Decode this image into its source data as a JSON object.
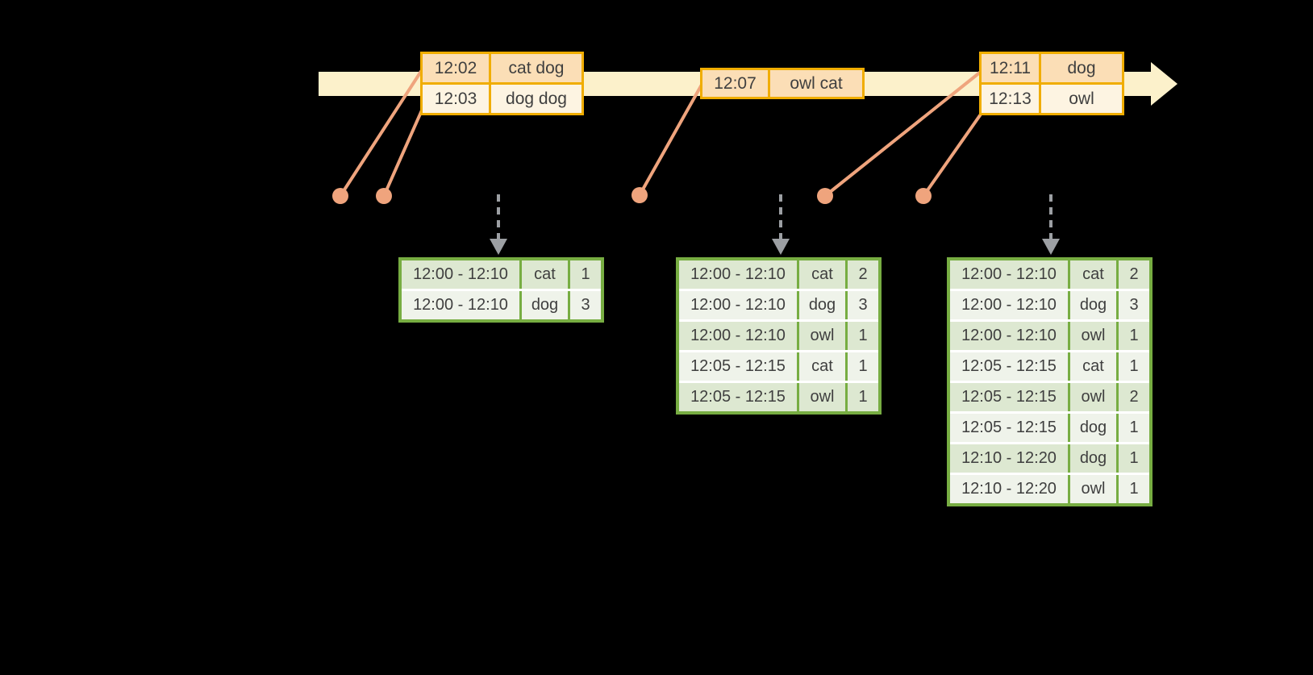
{
  "colors": {
    "background": "#000000",
    "timeline_fill": "#FCF1CB",
    "event_border": "#F0AD00",
    "event_row_dark": "#FBDEB6",
    "event_row_light": "#FDF4E2",
    "connector": "#EFA47D",
    "trigger_arrow": "#9C9FA3",
    "result_border": "#77AD42",
    "result_row_dark": "#DDE8D1",
    "result_row_light": "#EFF3EA",
    "text_color": "#3F3F3F"
  },
  "timeline": {
    "arrow_icon": "right-arrow",
    "event_dot_icon": "event-dot",
    "trigger_arrow_icon": "dashed-down-arrow"
  },
  "event_tables": [
    {
      "rows": [
        {
          "time": "12:02",
          "words": "cat dog"
        },
        {
          "time": "12:03",
          "words": "dog dog"
        }
      ]
    },
    {
      "rows": [
        {
          "time": "12:07",
          "words": "owl cat"
        }
      ]
    },
    {
      "rows": [
        {
          "time": "12:11",
          "words": "dog"
        },
        {
          "time": "12:13",
          "words": "owl"
        }
      ]
    }
  ],
  "result_tables": [
    {
      "rows": [
        [
          "12:00 - 12:10",
          "cat",
          "1"
        ],
        [
          "12:00 - 12:10",
          "dog",
          "3"
        ]
      ]
    },
    {
      "rows": [
        [
          "12:00 - 12:10",
          "cat",
          "2"
        ],
        [
          "12:00 - 12:10",
          "dog",
          "3"
        ],
        [
          "12:00 - 12:10",
          "owl",
          "1"
        ],
        [
          "12:05 - 12:15",
          "cat",
          "1"
        ],
        [
          "12:05 - 12:15",
          "owl",
          "1"
        ]
      ]
    },
    {
      "rows": [
        [
          "12:00 - 12:10",
          "cat",
          "2"
        ],
        [
          "12:00 - 12:10",
          "dog",
          "3"
        ],
        [
          "12:00 - 12:10",
          "owl",
          "1"
        ],
        [
          "12:05 - 12:15",
          "cat",
          "1"
        ],
        [
          "12:05 - 12:15",
          "owl",
          "2"
        ],
        [
          "12:05 - 12:15",
          "dog",
          "1"
        ],
        [
          "12:10 - 12:20",
          "dog",
          "1"
        ],
        [
          "12:10 - 12:20",
          "owl",
          "1"
        ]
      ]
    }
  ]
}
